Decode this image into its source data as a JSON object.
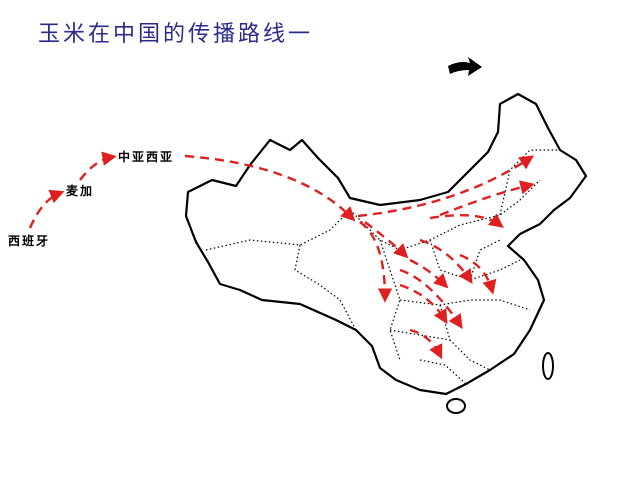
{
  "title": "玉米在中国的传播路线一",
  "labels": {
    "spain": "西班牙",
    "mecca": "麦加",
    "central_asia": "中亚西亚"
  },
  "colors": {
    "route": "#e02020",
    "title": "#2b2b8c",
    "border": "#000000"
  }
}
